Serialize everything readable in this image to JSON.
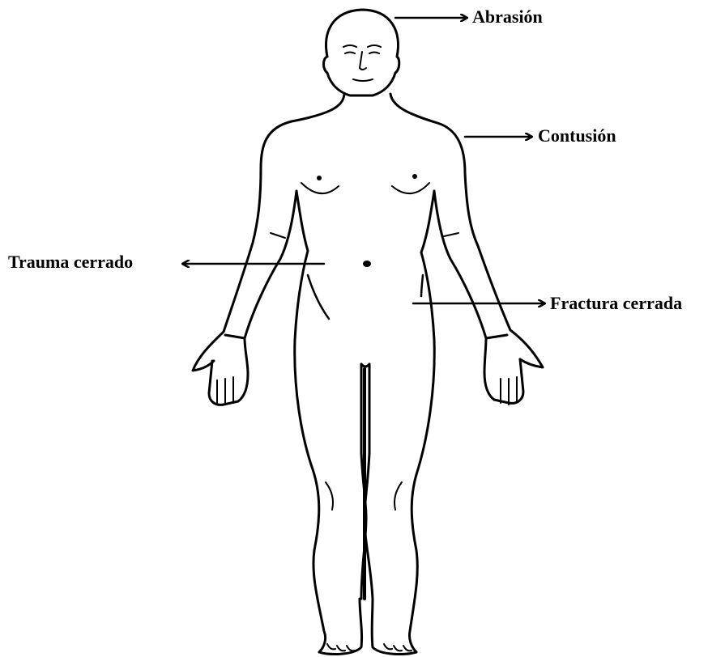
{
  "diagram": {
    "figure": "human-body-front-outline",
    "labels": {
      "abrasion": "Abrasión",
      "contusion": "Contusión",
      "trauma_cerrado": "Trauma cerrado",
      "fractura_cerrada": "Fractura cerrada"
    },
    "line_color": "#000000",
    "background": "#ffffff"
  }
}
